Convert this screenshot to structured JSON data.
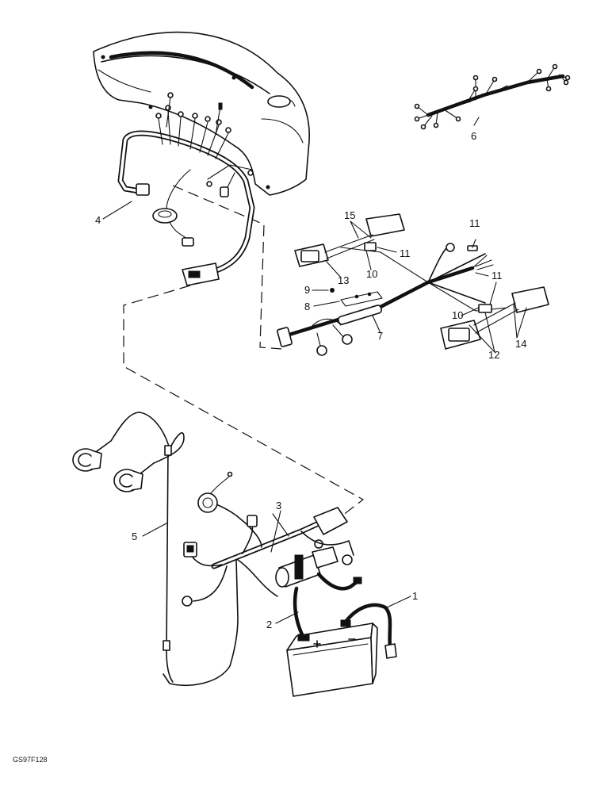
{
  "callouts": [
    "1",
    "2",
    "3",
    "4",
    "5",
    "6",
    "7",
    "8",
    "9",
    "10",
    "10",
    "11",
    "11",
    "11",
    "12",
    "13",
    "14",
    "15"
  ],
  "figure_code": "GS97F128"
}
